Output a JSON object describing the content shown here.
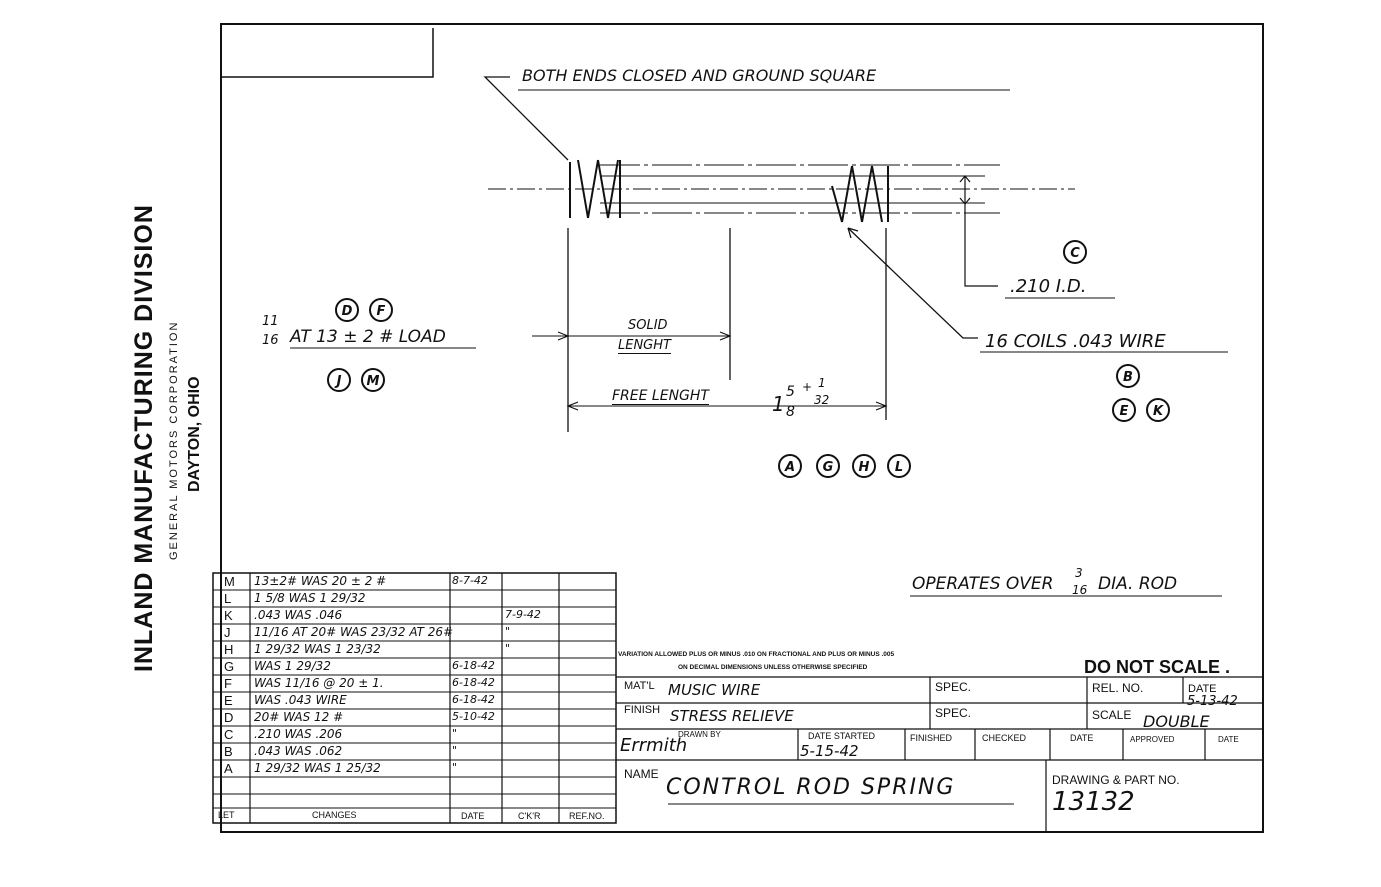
{
  "sidebar": {
    "division": "INLAND MANUFACTURING DIVISION",
    "corporation": "GENERAL MOTORS CORPORATION",
    "location": "DAYTON, OHIO"
  },
  "notes": {
    "ends": "BOTH ENDS CLOSED AND GROUND SQUARE",
    "id": ".210 I.D.",
    "coils": "16 COILS .043 WIRE",
    "solid_line1": "SOLID",
    "solid_line2": "LENGHT",
    "free_length": "FREE LENGHT",
    "free_whole": "1",
    "free_num": "5",
    "free_den": "8",
    "tol_plus": "+",
    "tol_num": "1",
    "tol_den": "32",
    "load_num": "11",
    "load_den": "16",
    "load_text": "AT 13 ± 2 # LOAD",
    "operates_prefix": "OPERATES OVER",
    "operates_num": "3",
    "operates_den": "16",
    "operates_suffix": "DIA. ROD"
  },
  "markers": {
    "id": [
      "C"
    ],
    "coils_top": [
      "B"
    ],
    "coils_bottom": [
      "E",
      "K"
    ],
    "load_top": [
      "D",
      "F"
    ],
    "load_bottom": [
      "J",
      "M"
    ],
    "free_length": [
      "A",
      "G",
      "H",
      "L"
    ]
  },
  "revisions": {
    "header": {
      "let": "LET",
      "changes": "CHANGES",
      "date": "DATE",
      "ckr": "C'K'R",
      "refno": "REF.NO."
    },
    "rows": [
      {
        "let": "M",
        "change": "13±2# WAS 20 ± 2 #",
        "date": "8-7-42",
        "ckr": ""
      },
      {
        "let": "L",
        "change": "1 5/8 WAS 1 29/32",
        "date": "",
        "ckr": ""
      },
      {
        "let": "K",
        "change": ".043 WAS .046",
        "date": "",
        "ckr": "7-9-42"
      },
      {
        "let": "J",
        "change": "11/16 AT 20# WAS 23/32 AT 26#",
        "date": "",
        "ckr": "\""
      },
      {
        "let": "H",
        "change": "1 29/32 WAS 1 23/32",
        "date": "",
        "ckr": "\""
      },
      {
        "let": "G",
        "change": "WAS 1 29/32",
        "date": "6-18-42",
        "ckr": ""
      },
      {
        "let": "F",
        "change": "WAS 11/16 @ 20 ± 1.",
        "date": "6-18-42",
        "ckr": ""
      },
      {
        "let": "E",
        "change": "WAS .043 WIRE",
        "date": "6-18-42",
        "ckr": ""
      },
      {
        "let": "D",
        "change": "20# WAS 12 #",
        "date": "5-10-42",
        "ckr": ""
      },
      {
        "let": "C",
        "change": ".210 WAS .206",
        "date": "\"",
        "ckr": ""
      },
      {
        "let": "B",
        "change": ".043 WAS .062",
        "date": "\"",
        "ckr": ""
      },
      {
        "let": "A",
        "change": "1 29/32 WAS 1 25/32",
        "date": "\"",
        "ckr": ""
      }
    ]
  },
  "title_block": {
    "variation_line1": "VARIATION ALLOWED PLUS OR MINUS .010 ON FRACTIONAL AND PLUS OR MINUS .005",
    "variation_line2": "ON DECIMAL DIMENSIONS UNLESS OTHERWISE SPECIFIED",
    "do_not_scale": "DO NOT SCALE .",
    "matl_label": "MAT'L",
    "matl_value": "MUSIC WIRE",
    "spec_label": "SPEC.",
    "rel_no_label": "REL. NO.",
    "date_label": "DATE",
    "date_value": "5-13-42",
    "finish_label": "FINISH",
    "finish_value": "STRESS RELIEVE",
    "scale_label": "SCALE",
    "scale_value": "DOUBLE",
    "drawn_by_label": "DRAWN BY",
    "drawn_by_value": "Errmith",
    "date_started_label": "DATE STARTED",
    "date_started_value": "5-15-42",
    "finished_label": "FINISHED",
    "checked_label": "CHECKED",
    "approved_label": "APPROVED",
    "name_label": "NAME",
    "name_value": "CONTROL ROD SPRING",
    "part_no_label": "DRAWING & PART NO.",
    "part_no_value": "13132"
  }
}
